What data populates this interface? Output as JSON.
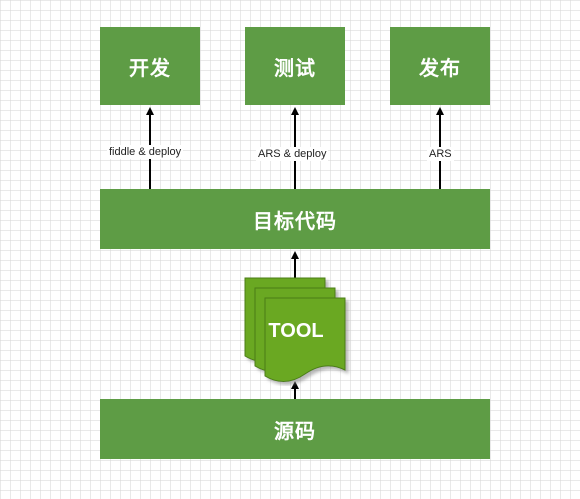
{
  "colors": {
    "box_fill": "#5e9c45",
    "tool_fill": "#6aa822",
    "tool_stroke": "#4b7d16",
    "arrow": "#000000"
  },
  "diagram": {
    "top_boxes": [
      {
        "label": "开发"
      },
      {
        "label": "测试"
      },
      {
        "label": "发布"
      }
    ],
    "edge_labels": [
      "fiddle & deploy",
      "ARS & deploy",
      "ARS"
    ],
    "target_box": {
      "label": "目标代码"
    },
    "tool": {
      "label": "TOOL",
      "icon": "multi-document-icon"
    },
    "source_box": {
      "label": "源码"
    }
  }
}
